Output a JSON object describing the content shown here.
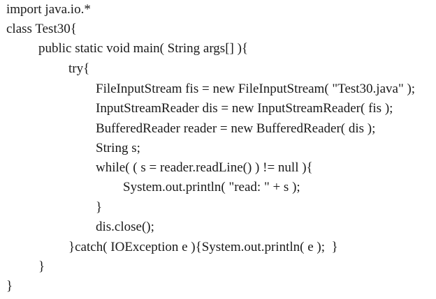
{
  "code": {
    "language": "Java",
    "lines": [
      "import java.io.*",
      "class Test30{",
      "public static void main( String args[] ){",
      "try{",
      "FileInputStream fis = new FileInputStream( \"Test30.java\" );",
      "InputStreamReader dis = new InputStreamReader( fis );",
      "BufferedReader reader = new BufferedReader( dis );",
      "String s;",
      "while( ( s = reader.readLine() ) != null ){",
      "System.out.println( \"read: \" + s );",
      "}",
      "dis.close();",
      "}catch( IOException e ){System.out.println( e );  }",
      "}",
      "}"
    ]
  }
}
